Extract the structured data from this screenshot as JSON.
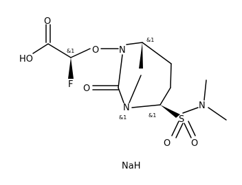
{
  "molecule": {
    "atoms": {
      "carbonyl_o_acid": "O",
      "hydroxyl": "HO",
      "ether_o": "O",
      "ring_n_top": "N",
      "fluorine": "F",
      "carbonyl_o_urea": "O",
      "ring_n_bottom": "N",
      "sulfonamide_n": "N",
      "sulfur": "S",
      "sulfonyl_o_left": "O",
      "sulfonyl_o_right": "O"
    },
    "stereo_labels": {
      "alpha_carbon": "&1",
      "bridgehead_top": "&1",
      "bridgehead_bottom": "&1",
      "sulfonyl_carbon": "&1"
    },
    "counterion": "NaH"
  }
}
